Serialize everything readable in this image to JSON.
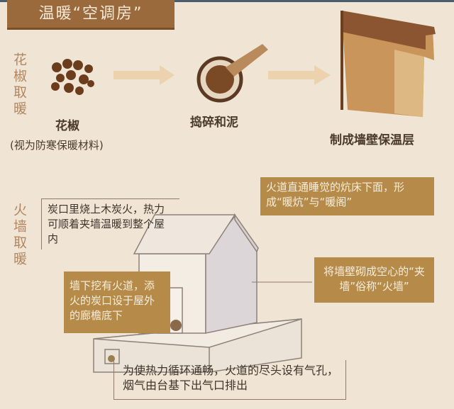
{
  "title": "温暖“空调房”",
  "section1": {
    "side_label": "花椒取暖",
    "step1_label": "花椒",
    "step1_note": "(视为防寒保暖材料)",
    "step2_label": "捣碎和泥",
    "step3_label": "制成墙壁保温层"
  },
  "section2": {
    "side_label": "火墙取暖",
    "callout_charcoal": "炭口里烧上木炭火，热力可顺着夹墙温暖到整个屋内",
    "callout_kang": "火道直通睡觉的炕床下面，形成“暖炕”与“暖阁”",
    "callout_wall": "将墙壁砌成空心的“夹墙”俗称“火墙”",
    "callout_tunnel": "墙下挖有火道，添火的炭口设于屋外的廊檐底下",
    "callout_vent": "为使热力循环通畅，火道的尽头设有气孔，烟气由台基下出气口排出"
  },
  "colors": {
    "background": "#f0e5d5",
    "accent": "#b68a48",
    "banner": "#9b6a3c"
  }
}
